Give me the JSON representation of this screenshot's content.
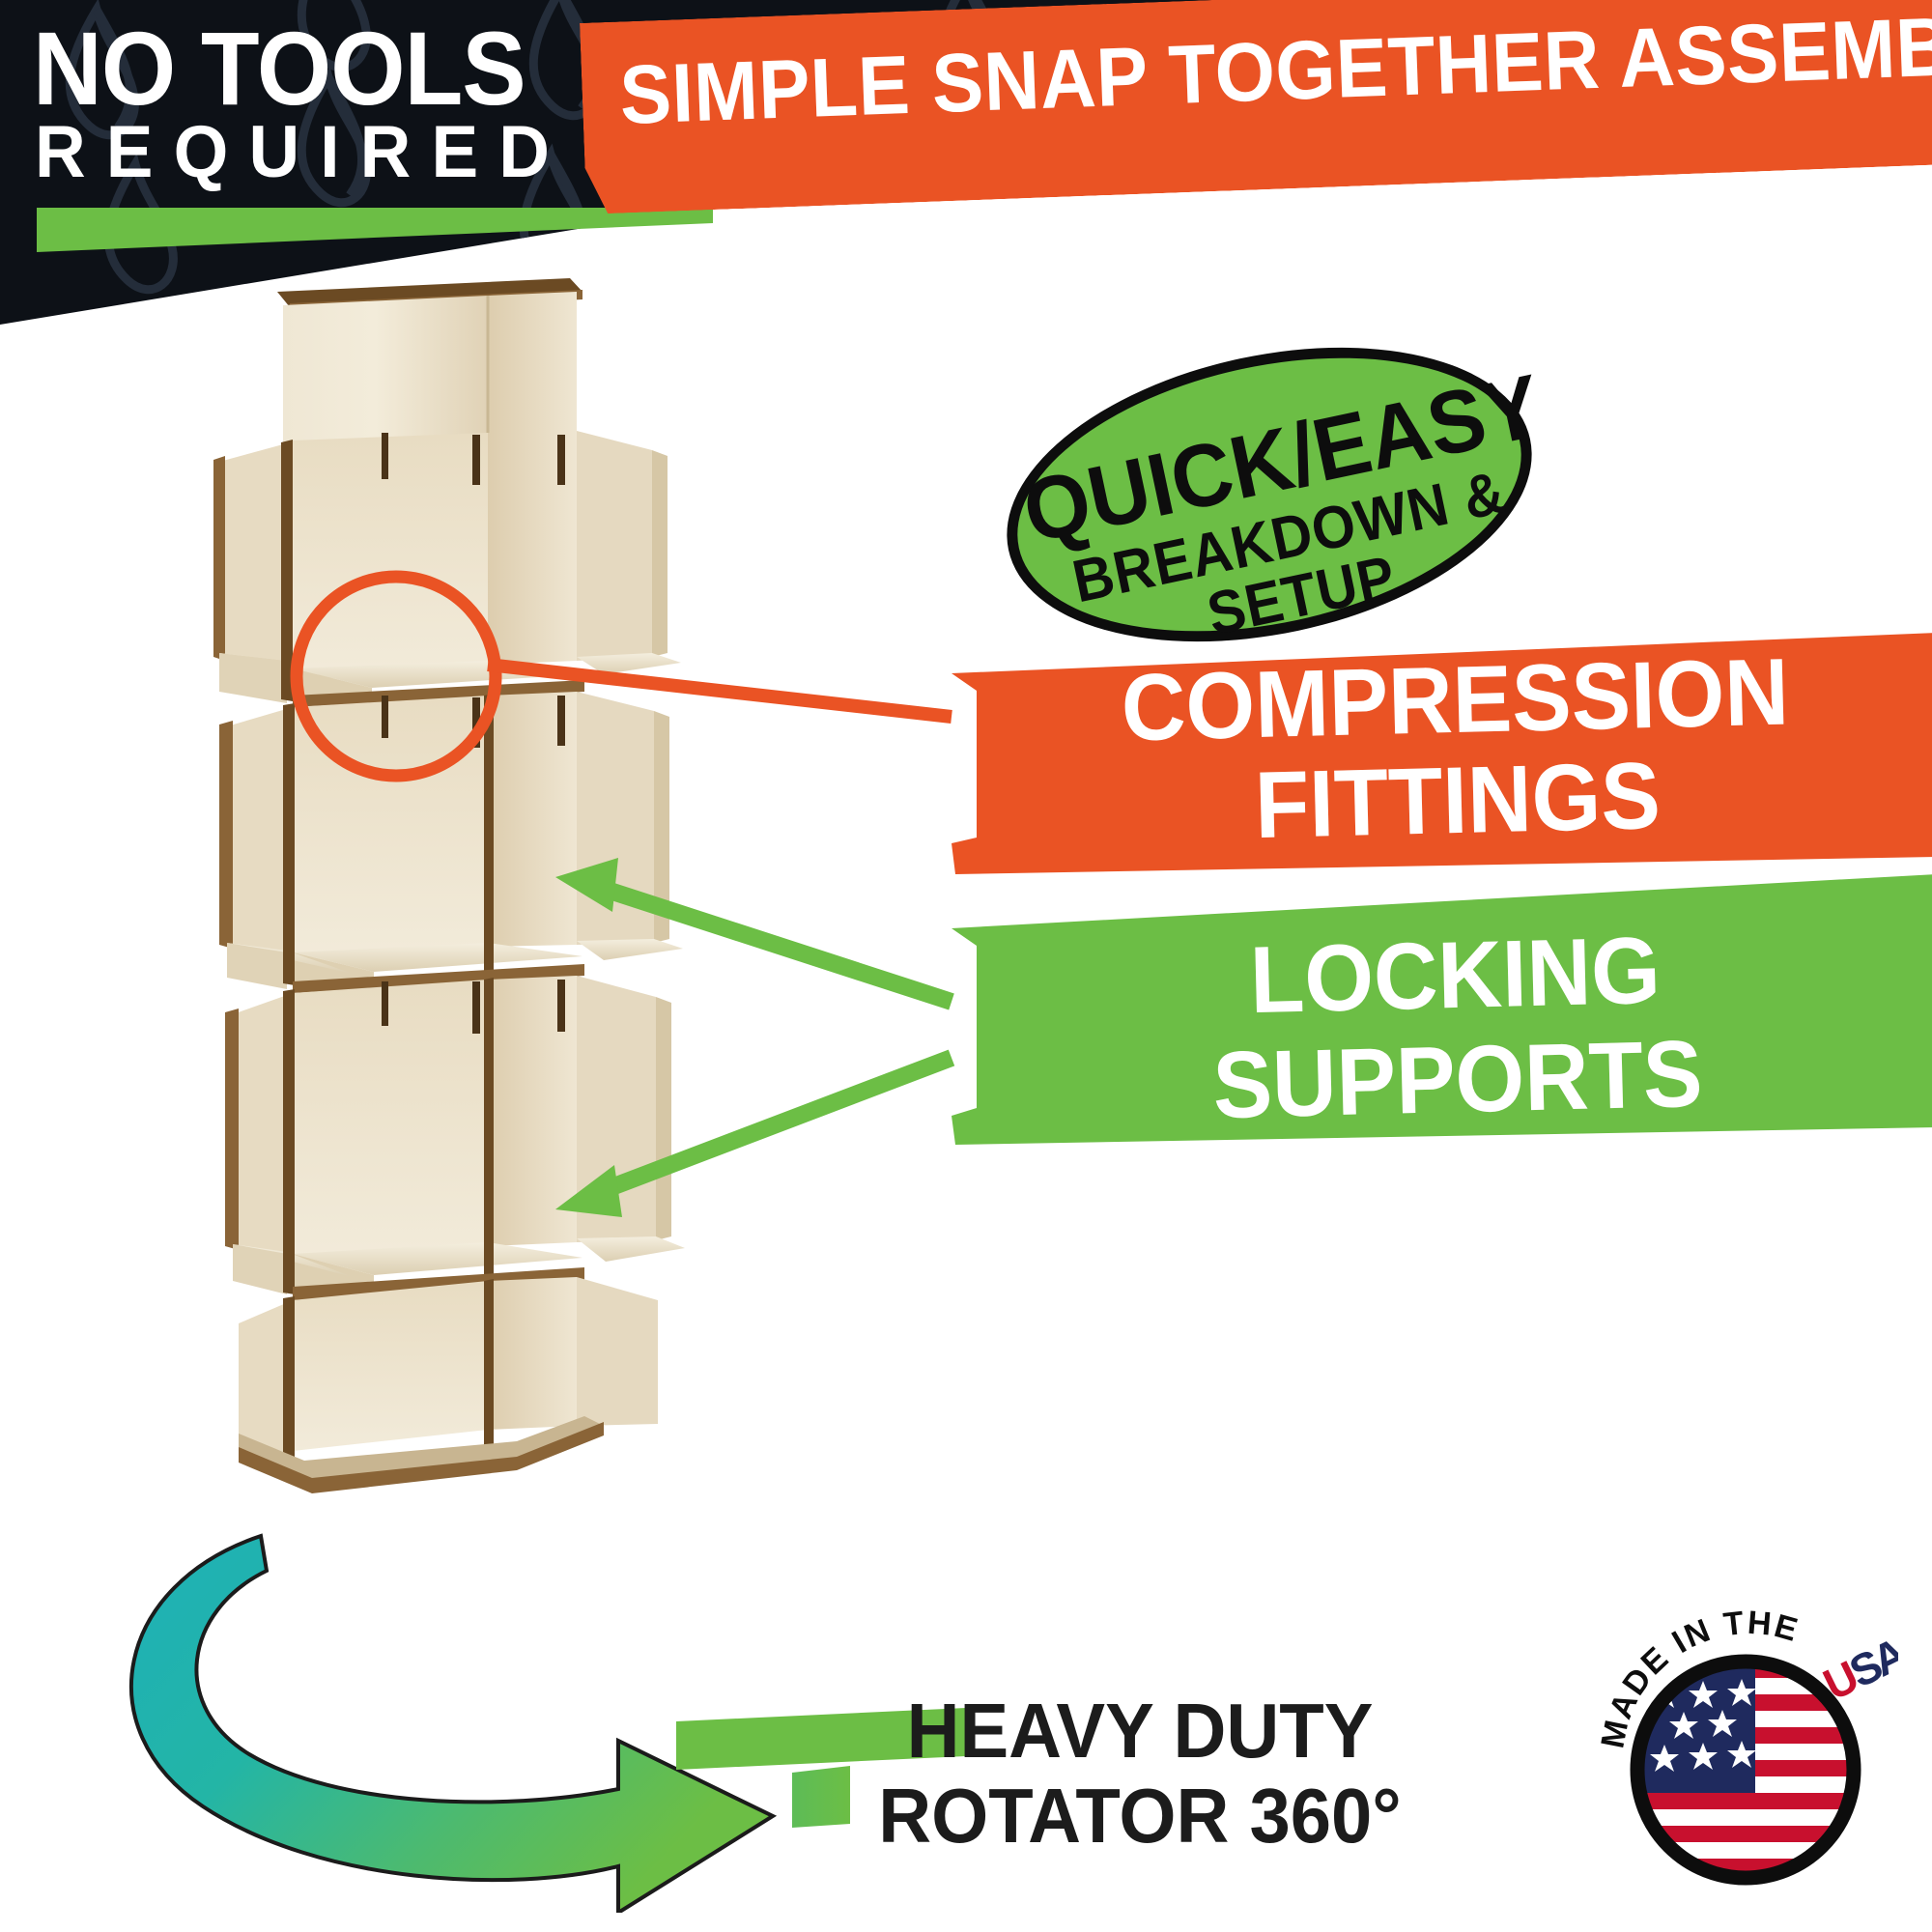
{
  "header": {
    "headline_line1": "NO TOOLS",
    "headline_line2": "REQUIRED",
    "banner_text": "SIMPLE SNAP TOGETHER ASSEMBLY",
    "background_color": "#0d1117",
    "banner_color": "#ea5324",
    "accent_color": "#6cbe45",
    "background_motif": "flame-pattern"
  },
  "badge_oval": {
    "line1": "QUICK/EASY",
    "line2": "BREAKDOWN & SETUP",
    "fill_color": "#6cbe45",
    "border_color": "#0d0d0d",
    "text_color": "#0d0d0d"
  },
  "callouts": [
    {
      "id": "compression-fittings",
      "line1": "COMPRESSION",
      "line2": "FITTINGS",
      "color": "#ea5324",
      "text_color": "#ffffff",
      "marker": "circle"
    },
    {
      "id": "locking-supports",
      "line1": "LOCKING",
      "line2": "SUPPORTS",
      "color": "#6cbe45",
      "text_color": "#ffffff",
      "marker": "arrow"
    }
  ],
  "product": {
    "name": "rotating wooden display tower",
    "material": "birch plywood",
    "shelf_levels": 3,
    "wood_light": "#efe5d0",
    "wood_mid": "#e2d4b8",
    "wood_dark": "#8a6437",
    "edge_burn": "#6b4a23"
  },
  "rotation": {
    "label_line1": "HEAVY DUTY",
    "label_line2": "ROTATOR 360°",
    "arrow_gradient_start": "#1eb0b8",
    "arrow_gradient_end": "#6cbe45",
    "degrees": 360,
    "text_color": "#1c1c1c"
  },
  "made_in_usa": {
    "arc_text": "MADE IN THE",
    "usa_text": "USA",
    "flag_red": "#c8102e",
    "flag_blue": "#1f2a5e",
    "flag_white": "#ffffff",
    "ring_color": "#0d0d0d",
    "usa_u_color": "#c8102e",
    "usa_s_color": "#1f2a5e",
    "usa_a_color": "#1f2a5e"
  },
  "colors": {
    "orange": "#ea5324",
    "green": "#6cbe45",
    "black": "#0d1117",
    "white": "#ffffff"
  }
}
